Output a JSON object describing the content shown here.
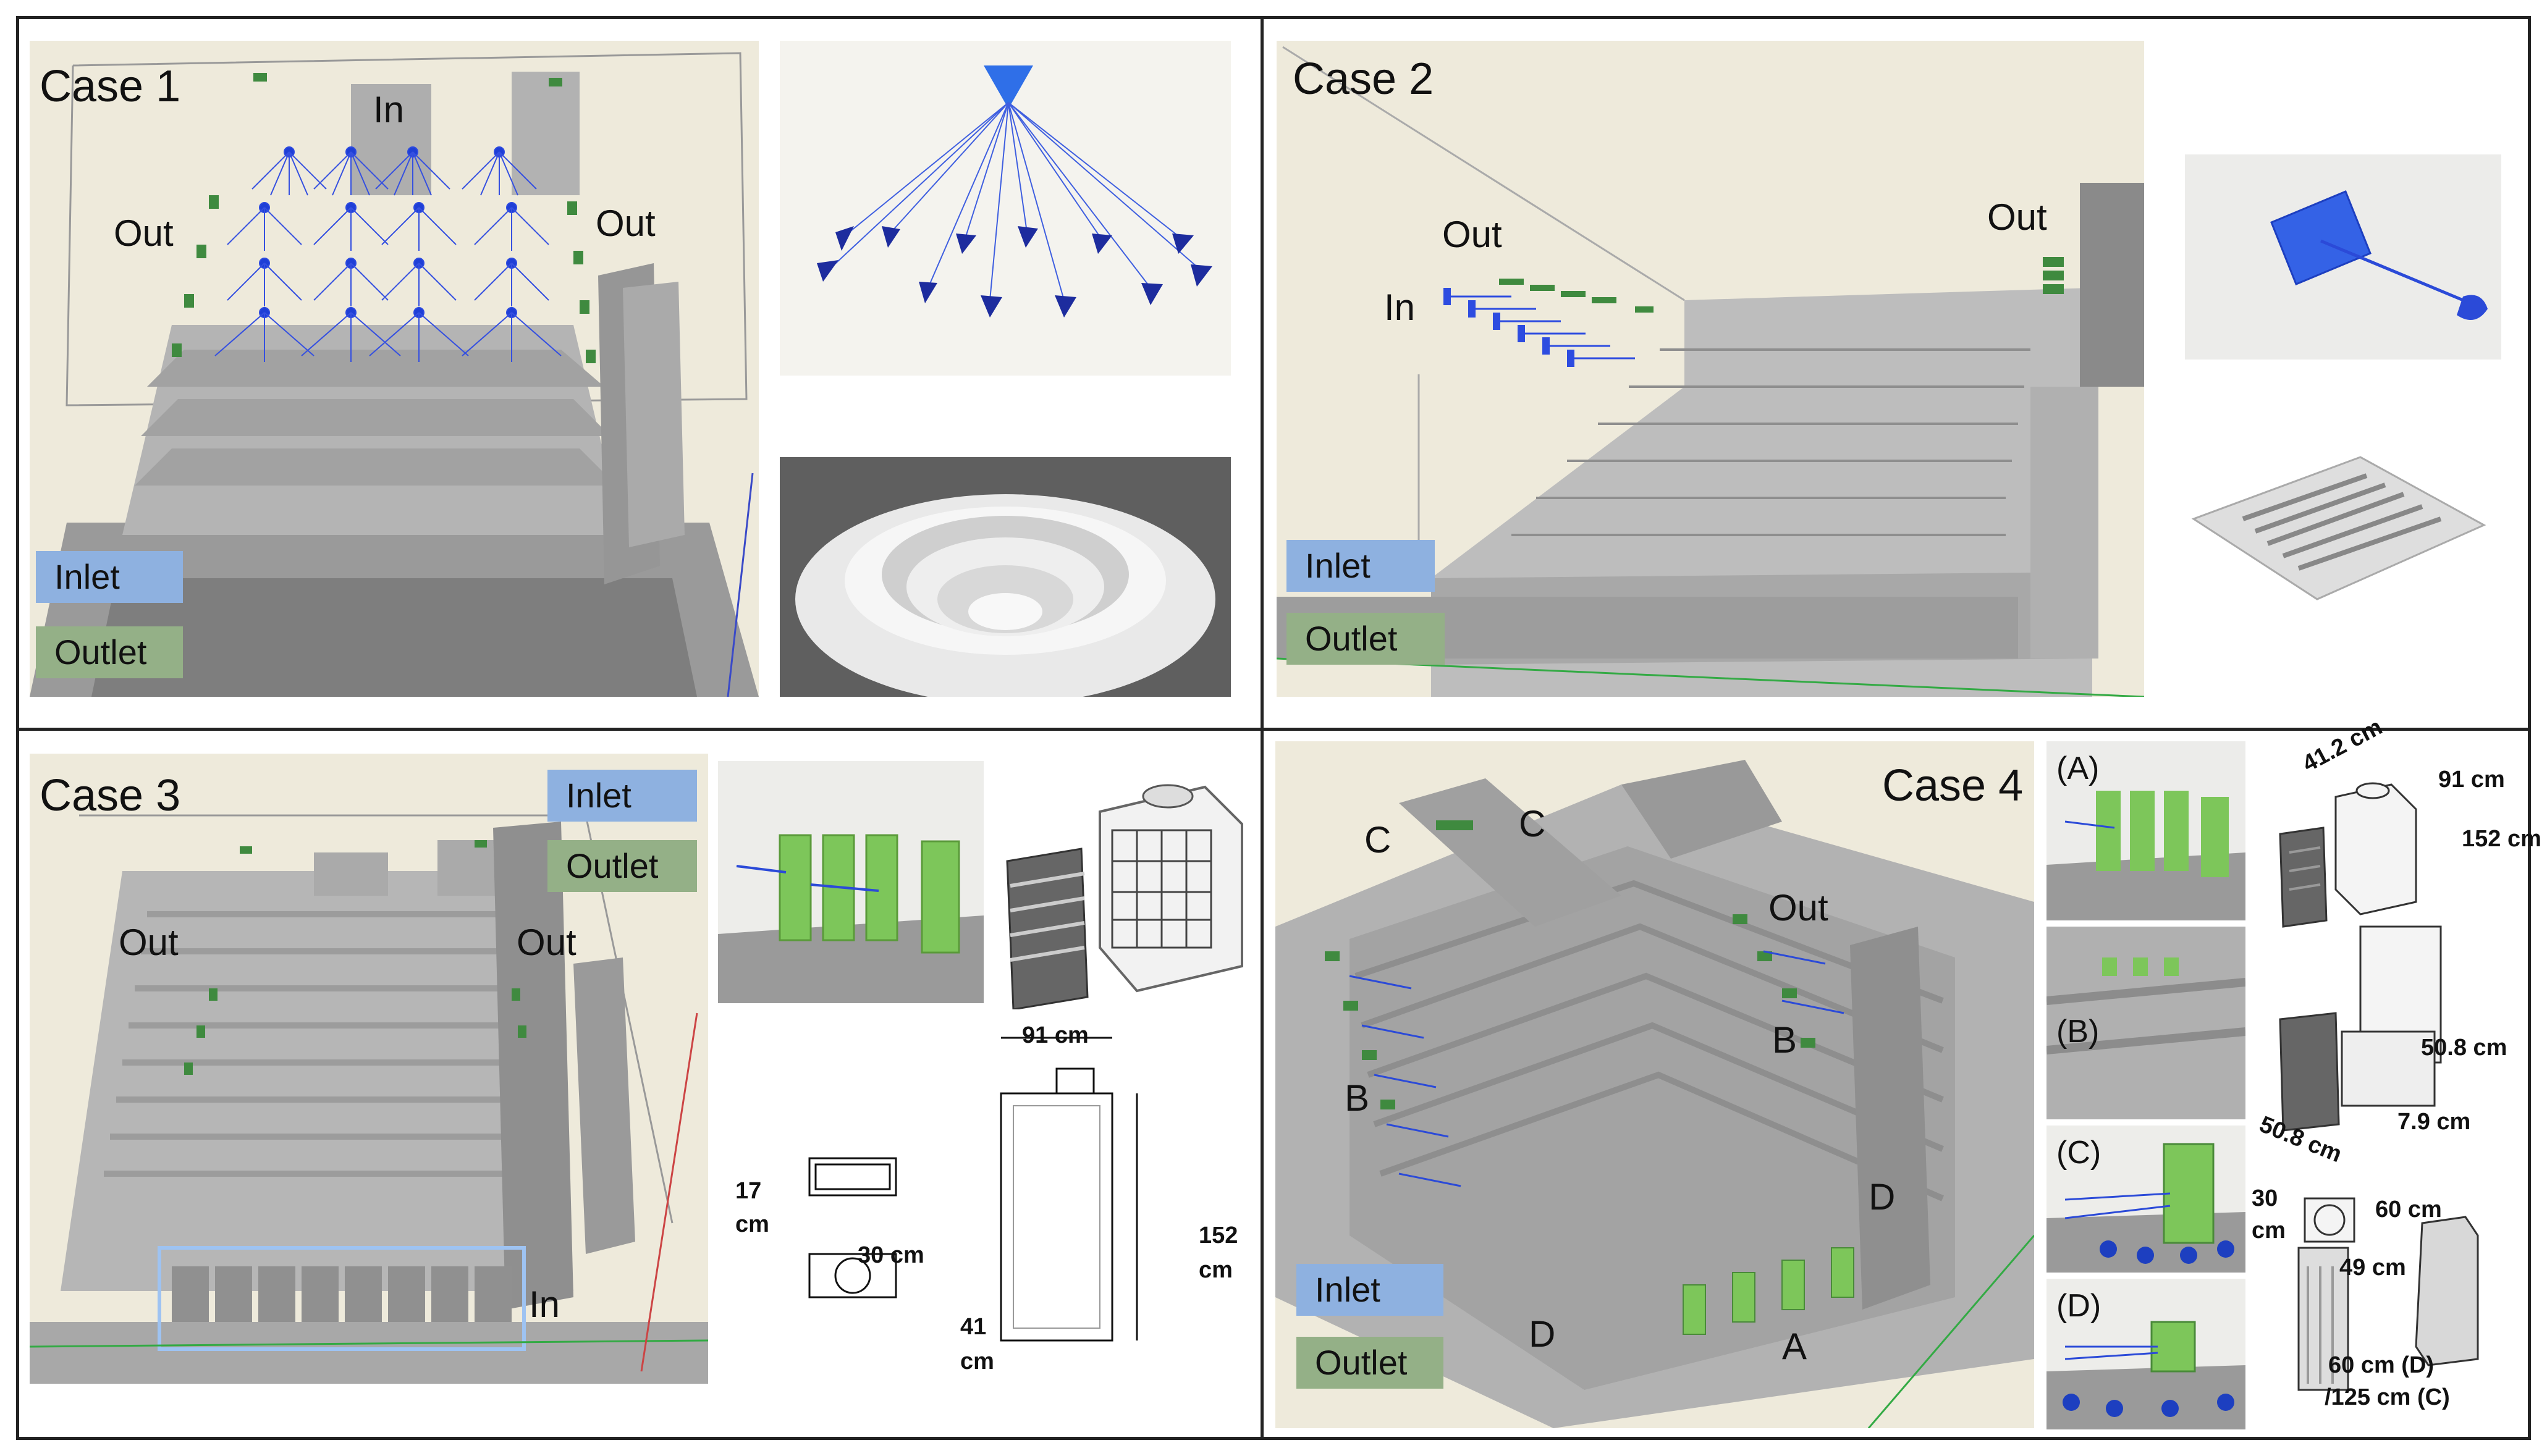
{
  "case1": {
    "title": "Case 1",
    "in": "In",
    "out_left": "Out",
    "out_right": "Out",
    "legend_inlet": "Inlet",
    "legend_outlet": "Outlet"
  },
  "case2": {
    "title": "Case 2",
    "out_left": "Out",
    "out_right": "Out",
    "in": "In",
    "legend_inlet": "Inlet",
    "legend_outlet": "Outlet"
  },
  "case3": {
    "title": "Case 3",
    "out_left": "Out",
    "out_right": "Out",
    "in": "In",
    "legend_inlet": "Inlet",
    "legend_outlet": "Outlet",
    "dim_width": "91 cm",
    "dim_height_value": "152",
    "dim_height_unit": "cm",
    "dim_inlet_w_value": "17",
    "dim_inlet_w_unit": "cm",
    "dim_outlet_d": "30 cm",
    "dim_outlet_h_value": "41",
    "dim_outlet_h_unit": "cm"
  },
  "case4": {
    "title": "Case 4",
    "label_c1": "C",
    "label_c2": "C",
    "out": "Out",
    "label_b_left": "B",
    "label_b_right": "B",
    "label_d_right": "D",
    "label_d_left": "D",
    "label_a": "A",
    "legend_inlet": "Inlet",
    "legend_outlet": "Outlet",
    "sub_a": "(A)",
    "sub_b": "(B)",
    "sub_c": "(C)",
    "sub_d": "(D)",
    "dim_a_depth": "41.2 cm",
    "dim_a_width": "91 cm",
    "dim_a_height": "152 cm",
    "dim_b_h": "50.8 cm",
    "dim_b_w": "50.8 cm",
    "dim_b_d": "7.9 cm",
    "dim_c_30": "30",
    "dim_c_cm": "cm",
    "dim_c_60": "60 cm",
    "dim_c_49": "49 cm",
    "dim_cd_h1": "60 cm (D)",
    "dim_cd_h2": "/125 cm (C)"
  },
  "colors": {
    "inlet": "#8eb1e0",
    "outlet": "#94b087",
    "diffuser": "#1f3fd6",
    "grille_green": "#7dc65a",
    "room_bg": "#eeeadb",
    "floor_grey": "#9a9a9a"
  }
}
